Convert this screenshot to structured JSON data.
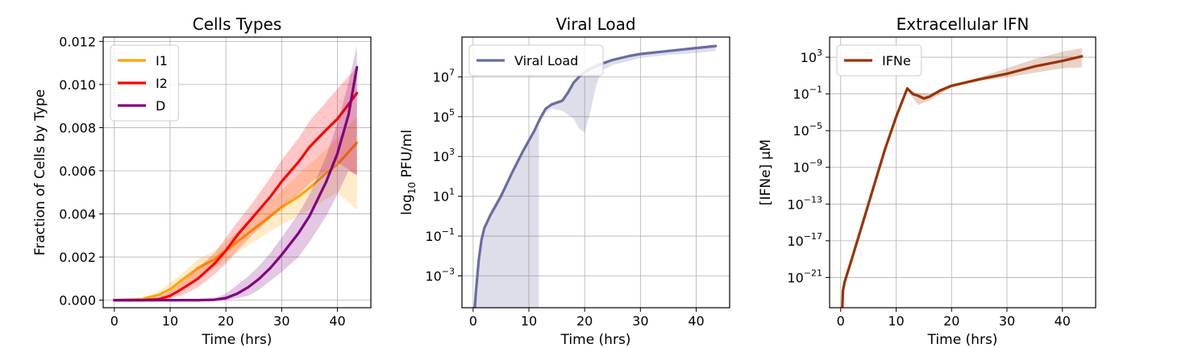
{
  "chart_data": [
    {
      "type": "line",
      "title": "Cells Types",
      "xlabel": "Time (hrs)",
      "ylabel": "Fraction of Cells by Type",
      "xlim": [
        -2,
        46
      ],
      "ylim": [
        -0.00035,
        0.0122
      ],
      "xticks": [
        0,
        10,
        20,
        30,
        40
      ],
      "xtick_labels": [
        "0",
        "10",
        "20",
        "30",
        "40"
      ],
      "yticks": [
        0,
        0.002,
        0.004,
        0.006,
        0.008,
        0.01,
        0.012
      ],
      "ytick_labels": [
        "0.000",
        "0.002",
        "0.004",
        "0.006",
        "0.008",
        "0.010",
        "0.012"
      ],
      "grid": true,
      "legend": "upper-left",
      "series": [
        {
          "name": "I1",
          "color": "#FFA500",
          "x": [
            0,
            5,
            8,
            10,
            12,
            15,
            18,
            20,
            22,
            25,
            28,
            30,
            33,
            35,
            38,
            40,
            43.5
          ],
          "y": [
            0,
            5e-05,
            0.00025,
            0.0005,
            0.0009,
            0.0015,
            0.0019,
            0.0023,
            0.0027,
            0.0033,
            0.0039,
            0.0043,
            0.0048,
            0.0052,
            0.0059,
            0.0063,
            0.0073
          ],
          "band_upper": [
            0,
            0.0001,
            0.0004,
            0.0008,
            0.0012,
            0.0019,
            0.0023,
            0.0027,
            0.0032,
            0.0039,
            0.0046,
            0.0051,
            0.0058,
            0.0063,
            0.007,
            0.0075,
            0.0085
          ],
          "band_lower": [
            0,
            0,
            0.0001,
            0.0003,
            0.0006,
            0.0011,
            0.0015,
            0.0018,
            0.0022,
            0.0027,
            0.0032,
            0.0035,
            0.0039,
            0.0042,
            0.0047,
            0.005,
            0.0042
          ]
        },
        {
          "name": "I2",
          "color": "#FF0000",
          "x": [
            0,
            5,
            8,
            10,
            12,
            15,
            18,
            20,
            22,
            25,
            28,
            30,
            33,
            35,
            38,
            40,
            43.5
          ],
          "y": [
            0,
            0,
            5e-05,
            0.0002,
            0.0005,
            0.001,
            0.0017,
            0.0023,
            0.003,
            0.0039,
            0.0048,
            0.0055,
            0.0064,
            0.0071,
            0.0079,
            0.0084,
            0.0096
          ],
          "band_upper": [
            0,
            2e-05,
            0.00015,
            0.0004,
            0.0008,
            0.0015,
            0.0022,
            0.0029,
            0.0036,
            0.0046,
            0.0057,
            0.0065,
            0.0075,
            0.0083,
            0.0092,
            0.0098,
            0.0108
          ],
          "band_lower": [
            0,
            0,
            0,
            0.0001,
            0.0002,
            0.0006,
            0.0012,
            0.0017,
            0.0023,
            0.0031,
            0.0038,
            0.0043,
            0.0049,
            0.0054,
            0.006,
            0.0064,
            0.0058
          ]
        },
        {
          "name": "D",
          "color": "#800080",
          "x": [
            0,
            10,
            15,
            18,
            20,
            22,
            24,
            26,
            28,
            30,
            33,
            35,
            38,
            40,
            42,
            43.5
          ],
          "y": [
            0,
            0,
            0,
            2e-05,
            0.0001,
            0.0003,
            0.0006,
            0.001,
            0.0015,
            0.0021,
            0.0031,
            0.0039,
            0.0055,
            0.0068,
            0.0086,
            0.0108
          ],
          "band_upper": [
            0,
            0,
            0,
            0.0001,
            0.0003,
            0.0007,
            0.0011,
            0.0016,
            0.0022,
            0.0029,
            0.004,
            0.0049,
            0.0067,
            0.0082,
            0.0101,
            0.0118
          ],
          "band_lower": [
            0,
            0,
            0,
            0,
            0,
            0.0001,
            0.0002,
            0.0005,
            0.0009,
            0.0013,
            0.002,
            0.0027,
            0.0039,
            0.0049,
            0.006,
            0.0058
          ]
        }
      ]
    },
    {
      "type": "line",
      "title": "Viral Load",
      "xlabel": "Time (hrs)",
      "ylabel": "log10 PFU/ml",
      "ylabel_main": "log",
      "ylabel_sub": "10",
      "ylabel_rest": " PFU/ml",
      "yscale": "log",
      "xlim": [
        -2,
        46
      ],
      "ylim_log10": [
        -4.6,
        9.0
      ],
      "xticks": [
        0,
        10,
        20,
        30,
        40
      ],
      "xtick_labels": [
        "0",
        "10",
        "20",
        "30",
        "40"
      ],
      "yticks_log10": [
        -3,
        -1,
        1,
        3,
        5,
        7
      ],
      "ytick_labels": [
        {
          "base": "10",
          "exp": "−3"
        },
        {
          "base": "10",
          "exp": "−1"
        },
        {
          "base": "10",
          "exp": "1"
        },
        {
          "base": "10",
          "exp": "3"
        },
        {
          "base": "10",
          "exp": "5"
        },
        {
          "base": "10",
          "exp": "7"
        }
      ],
      "grid": true,
      "legend": "upper-left",
      "series": [
        {
          "name": "Viral Load",
          "color": "#6B6BA3",
          "x": [
            0.3,
            0.5,
            1,
            1.5,
            2,
            3,
            5,
            7,
            9,
            11,
            12,
            13,
            14,
            15,
            16,
            17,
            18,
            19,
            20,
            21,
            23,
            25,
            28,
            30,
            35,
            40,
            43.5
          ],
          "log10_y": [
            -4.6,
            -3.8,
            -2.2,
            -1.2,
            -0.6,
            0.0,
            1.0,
            2.2,
            3.3,
            4.3,
            4.9,
            5.4,
            5.6,
            5.7,
            5.8,
            6.2,
            6.7,
            7.0,
            7.25,
            7.4,
            7.65,
            7.85,
            8.05,
            8.15,
            8.3,
            8.45,
            8.55
          ],
          "band_upper_x": [
            0.3,
            1,
            3,
            5,
            7,
            9,
            11,
            13,
            14,
            16,
            18,
            20,
            22,
            25,
            28,
            30,
            35,
            40,
            43.5
          ],
          "band_upper_log10": [
            -4.6,
            -2.0,
            0.2,
            1.2,
            2.3,
            3.4,
            4.4,
            5.4,
            5.7,
            5.9,
            6.8,
            7.35,
            7.7,
            7.9,
            8.1,
            8.2,
            8.35,
            8.5,
            8.6
          ],
          "band_lower_x": [
            0.3,
            11.8,
            11.8,
            13,
            14,
            16,
            18,
            19,
            20,
            21,
            22,
            23,
            25,
            28,
            30,
            35,
            40,
            43.5
          ],
          "band_lower_log10": [
            -4.6,
            -4.6,
            4.6,
            5.2,
            5.4,
            5.3,
            4.9,
            4.4,
            4.2,
            5.2,
            6.5,
            7.3,
            7.6,
            7.8,
            7.95,
            8.1,
            8.2,
            8.3
          ]
        }
      ]
    },
    {
      "type": "line",
      "title": "Extracellular IFN",
      "xlabel": "Time (hrs)",
      "ylabel": "[IFNe] μM",
      "yscale": "log",
      "xlim": [
        -2,
        46
      ],
      "ylim_log10": [
        -24.3,
        5.2
      ],
      "xticks": [
        0,
        10,
        20,
        30,
        40
      ],
      "xtick_labels": [
        "0",
        "10",
        "20",
        "30",
        "40"
      ],
      "yticks_log10": [
        -21,
        -17,
        -13,
        -9,
        -5,
        -1,
        3
      ],
      "ytick_labels": [
        {
          "base": "10",
          "exp": "−21"
        },
        {
          "base": "10",
          "exp": "−17"
        },
        {
          "base": "10",
          "exp": "−13"
        },
        {
          "base": "10",
          "exp": "−9"
        },
        {
          "base": "10",
          "exp": "−5"
        },
        {
          "base": "10",
          "exp": "−1"
        },
        {
          "base": "10",
          "exp": "3"
        }
      ],
      "grid": true,
      "legend": "upper-left",
      "series": [
        {
          "name": "IFNe",
          "color": "#993300",
          "x": [
            0.3,
            0.4,
            0.7,
            2,
            4,
            6,
            8,
            10,
            12,
            13,
            13.5,
            14,
            15,
            16,
            18,
            20,
            25,
            30,
            35,
            40,
            43.5
          ],
          "log10_y": [
            -24.3,
            -22.5,
            -21.5,
            -19.0,
            -15.0,
            -11.0,
            -7.0,
            -3.5,
            -0.4,
            -1.0,
            -1.1,
            -1.2,
            -1.5,
            -1.3,
            -0.6,
            -0.1,
            0.6,
            1.2,
            2.0,
            2.6,
            3.1
          ],
          "band_upper_x": [
            12,
            13,
            14,
            16,
            20,
            25,
            30,
            35,
            40,
            43.5
          ],
          "band_upper_log10": [
            -0.4,
            -0.7,
            -0.9,
            -1.0,
            -0.05,
            0.8,
            1.8,
            2.8,
            3.6,
            4.0
          ],
          "band_lower_x": [
            12,
            13,
            14,
            16,
            20,
            25,
            30,
            35,
            40,
            43.5
          ],
          "band_lower_log10": [
            -0.4,
            -1.4,
            -2.2,
            -1.7,
            -0.3,
            0.4,
            0.8,
            1.3,
            1.8,
            1.9
          ]
        }
      ]
    }
  ]
}
